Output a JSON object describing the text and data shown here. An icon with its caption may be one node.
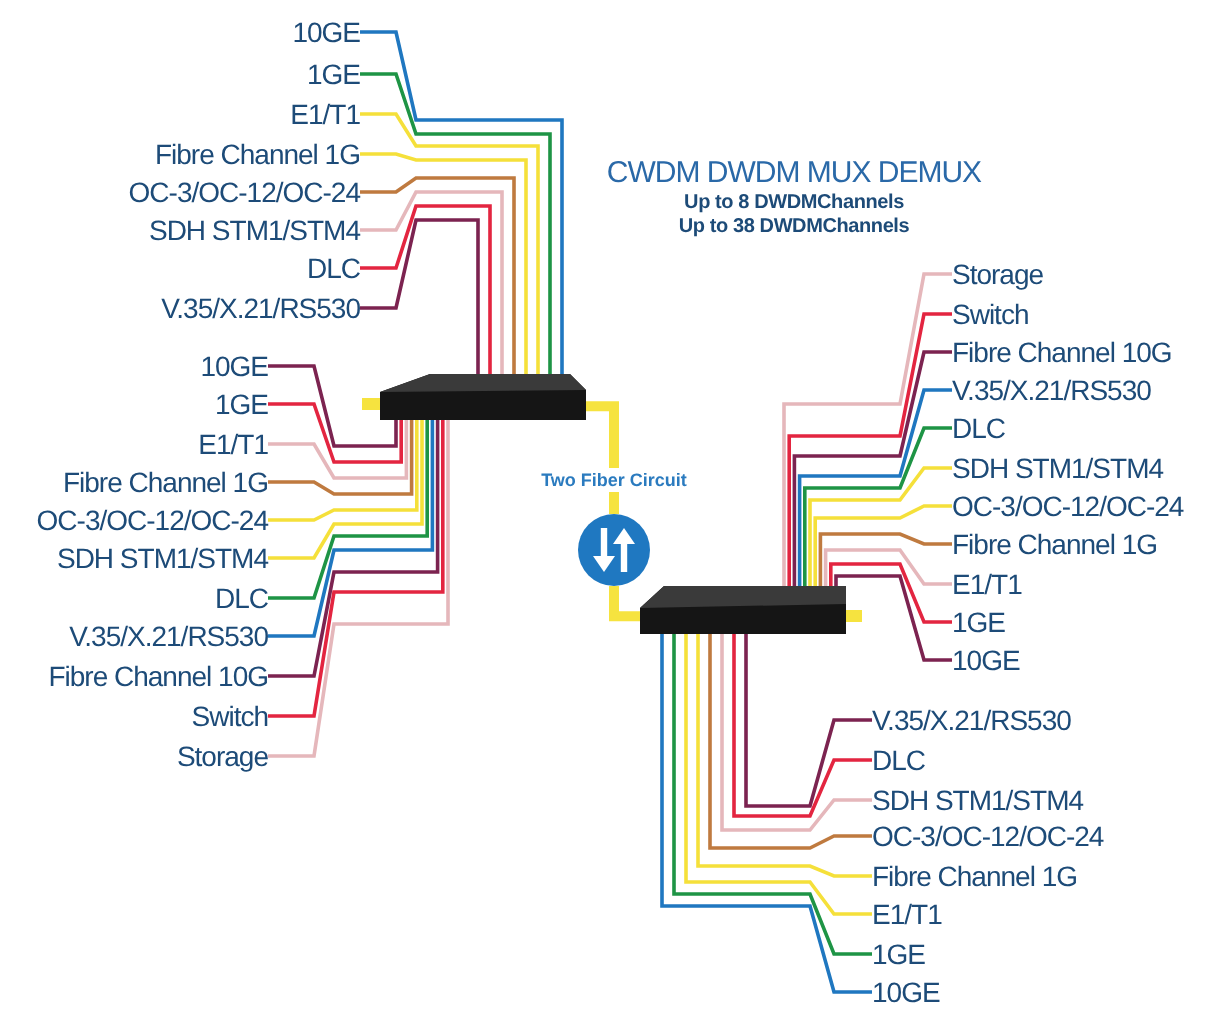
{
  "diagram": {
    "title": "CWDM DWDM MUX DEMUX",
    "nodes": [
      {
        "text": [
          "10GE"
        ]
      },
      {
        "text": [
          "1GE"
        ]
      },
      {
        "text": [
          "E1/T1"
        ]
      },
      {
        "text": [
          "Fibre Channel 1G"
        ]
      },
      {
        "text": [
          "OC-3/OC-12/OC-24"
        ]
      },
      {
        "text": [
          "SDH STM1/STM4"
        ]
      },
      {
        "text": [
          "DLC"
        ]
      },
      {
        "text": [
          "V.35/X.21/RS530"
        ]
      },
      {
        "text": [],
        "shape": "box"
      },
      {
        "text": [
          "10GE"
        ]
      },
      {
        "text": [
          "1GE"
        ]
      },
      {
        "text": [
          "E1/T1"
        ]
      },
      {
        "text": [
          "Fibre Channel 1G"
        ]
      },
      {
        "text": [
          "OC-3/OC-12/OC-24"
        ]
      },
      {
        "text": [
          "SDH STM1/STM4"
        ]
      },
      {
        "text": [
          "DLC"
        ]
      },
      {
        "text": [
          "V.35/X.21/RS530"
        ]
      },
      {
        "text": [
          "Fibre Channel 10G"
        ]
      },
      {
        "text": [
          "Switch"
        ]
      },
      {
        "text": [
          "Storage"
        ]
      },
      {
        "text": [],
        "shape": "circle"
      },
      {
        "text": [
          "Storage"
        ]
      },
      {
        "text": [
          "Switch"
        ]
      },
      {
        "text": [
          "Fibre Channel 10G"
        ]
      },
      {
        "text": [
          "V.35/X.21/RS530"
        ]
      },
      {
        "text": [
          "DLC"
        ]
      },
      {
        "text": [
          "SDH STM1/STM4"
        ]
      },
      {
        "text": [
          "OC-3/OC-12/OC-24"
        ]
      },
      {
        "text": [
          "Fibre Channel 1G"
        ]
      },
      {
        "text": [
          "E1/T1"
        ]
      },
      {
        "text": [
          "1GE"
        ]
      },
      {
        "text": [
          "10GE"
        ]
      },
      {
        "text": [],
        "shape": "box"
      },
      {
        "text": [
          "V.35/X.21/RS530"
        ]
      },
      {
        "text": [
          "DLC"
        ]
      },
      {
        "text": [
          "SDH STM1/STM4"
        ]
      },
      {
        "text": [
          "OC-3/OC-12/OC-24"
        ]
      },
      {
        "text": [
          "Fibre Channel 1G"
        ]
      },
      {
        "text": [
          "E1/T1"
        ]
      },
      {
        "text": [
          "1GE"
        ]
      },
      {
        "text": [
          "10GE"
        ]
      }
    ],
    "edges": [
      {
        "from": 0,
        "to": 8,
        "arrow": "none",
        "color": "#1f77c0"
      },
      {
        "from": 1,
        "to": 8,
        "arrow": "none",
        "color": "#1e9445"
      },
      {
        "from": 2,
        "to": 8,
        "arrow": "none",
        "color": "#f5e03a"
      },
      {
        "from": 3,
        "to": 8,
        "arrow": "none",
        "color": "#f5e03a"
      },
      {
        "from": 4,
        "to": 8,
        "arrow": "none",
        "color": "#bf7a3f"
      },
      {
        "from": 5,
        "to": 8,
        "arrow": "none",
        "color": "#e5b7bb"
      },
      {
        "from": 6,
        "to": 8,
        "arrow": "none",
        "color": "#e32540"
      },
      {
        "from": 7,
        "to": 8,
        "arrow": "none",
        "color": "#7c2350"
      },
      {
        "from": 9,
        "to": 8,
        "arrow": "none",
        "color": "#7c2350"
      },
      {
        "from": 10,
        "to": 8,
        "arrow": "none",
        "color": "#e32540"
      },
      {
        "from": 11,
        "to": 8,
        "arrow": "none",
        "color": "#e5b7bb"
      },
      {
        "from": 12,
        "to": 8,
        "arrow": "none",
        "color": "#bf7a3f"
      },
      {
        "from": 13,
        "to": 8,
        "arrow": "none",
        "color": "#f5e03a"
      },
      {
        "from": 14,
        "to": 8,
        "arrow": "none",
        "color": "#f5e03a"
      },
      {
        "from": 15,
        "to": 8,
        "arrow": "none",
        "color": "#1e9445"
      },
      {
        "from": 16,
        "to": 8,
        "arrow": "none",
        "color": "#1f77c0"
      },
      {
        "from": 17,
        "to": 8,
        "arrow": "none",
        "color": "#7c2350"
      },
      {
        "from": 18,
        "to": 8,
        "arrow": "none",
        "color": "#e32540"
      },
      {
        "from": 19,
        "to": 8,
        "arrow": "none",
        "color": "#e5b7bb"
      },
      {
        "from": 8,
        "to": 20,
        "arrow": "none",
        "label": "Two Fiber Circuit",
        "style": "thick",
        "color": "#f6e33f"
      },
      {
        "from": 20,
        "to": 32,
        "arrow": "none",
        "style": "thick",
        "color": "#f6e33f"
      },
      {
        "from": 21,
        "to": 32,
        "arrow": "none",
        "color": "#e5b7bb"
      },
      {
        "from": 22,
        "to": 32,
        "arrow": "none",
        "color": "#e32540"
      },
      {
        "from": 23,
        "to": 32,
        "arrow": "none",
        "color": "#7c2350"
      },
      {
        "from": 24,
        "to": 32,
        "arrow": "none",
        "color": "#1f77c0"
      },
      {
        "from": 25,
        "to": 32,
        "arrow": "none",
        "color": "#1e9445"
      },
      {
        "from": 26,
        "to": 32,
        "arrow": "none",
        "color": "#f5e03a"
      },
      {
        "from": 27,
        "to": 32,
        "arrow": "none",
        "color": "#f5e03a"
      },
      {
        "from": 28,
        "to": 32,
        "arrow": "none",
        "color": "#bf7a3f"
      },
      {
        "from": 29,
        "to": 32,
        "arrow": "none",
        "color": "#e5b7bb"
      },
      {
        "from": 30,
        "to": 32,
        "arrow": "none",
        "color": "#e32540"
      },
      {
        "from": 31,
        "to": 32,
        "arrow": "none",
        "color": "#7c2350"
      },
      {
        "from": 33,
        "to": 32,
        "arrow": "none",
        "color": "#7c2350"
      },
      {
        "from": 34,
        "to": 32,
        "arrow": "none",
        "color": "#e32540"
      },
      {
        "from": 35,
        "to": 32,
        "arrow": "none",
        "color": "#e5b7bb"
      },
      {
        "from": 36,
        "to": 32,
        "arrow": "none",
        "color": "#bf7a3f"
      },
      {
        "from": 37,
        "to": 32,
        "arrow": "none",
        "color": "#f5e03a"
      },
      {
        "from": 38,
        "to": 32,
        "arrow": "none",
        "color": "#f5e03a"
      },
      {
        "from": 39,
        "to": 32,
        "arrow": "none",
        "color": "#1e9445"
      },
      {
        "from": 40,
        "to": 32,
        "arrow": "none",
        "color": "#1f77c0"
      }
    ],
    "labels": [
      "Up to 8 DWDMChannels",
      "Up to 38 DWDMChannels"
    ]
  }
}
